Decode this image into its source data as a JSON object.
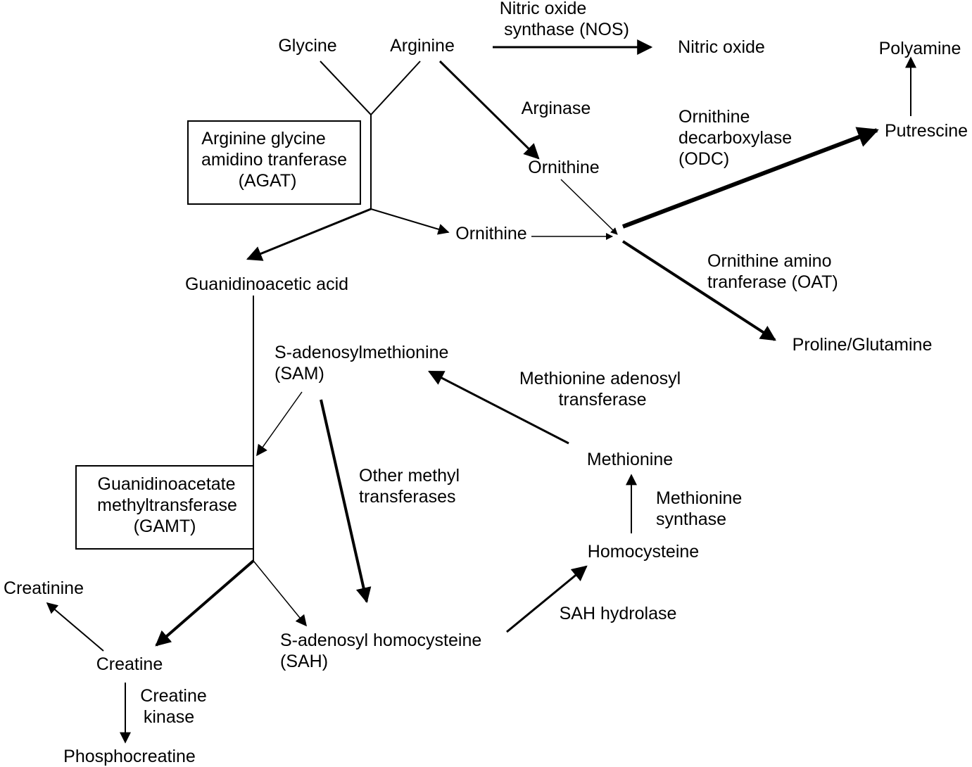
{
  "metabolites": {
    "glycine": "Glycine",
    "arginine": "Arginine",
    "nitric_oxide": "Nitric oxide",
    "polyamine": "Polyamine",
    "putrescine": "Putrescine",
    "ornithine_upper": "Ornithine",
    "ornithine_middle": "Ornithine",
    "guanidinoacetic_acid": "Guanidinoacetic acid",
    "proline_glutamine": "Proline/Glutamine",
    "sam": [
      "S-adenosylmethionine",
      "(SAM)"
    ],
    "methionine": "Methionine",
    "homocysteine": "Homocysteine",
    "sah": [
      "S-adenosyl homocysteine",
      "(SAH)"
    ],
    "creatinine": "Creatinine",
    "creatine": "Creatine",
    "phosphocreatine": "Phosphocreatine"
  },
  "enzymes": {
    "nos": [
      "Nitric oxide",
      "synthase (NOS)"
    ],
    "arginase": "Arginase",
    "odc": [
      "Ornithine",
      "decarboxylase",
      "(ODC)"
    ],
    "oat": [
      "Ornithine amino",
      "tranferase (OAT)"
    ],
    "agat": [
      "Arginine glycine",
      "amidino tranferase",
      "(AGAT)"
    ],
    "gamt": [
      "Guanidinoacetate",
      "methyltransferase",
      "(GAMT)"
    ],
    "mat": [
      "Methionine adenosyl",
      "transferase"
    ],
    "other_mt": [
      "Other methyl",
      "transferases"
    ],
    "methionine_synthase": [
      "Methionine",
      "synthase"
    ],
    "sah_hydrolase": "SAH hydrolase",
    "creatine_kinase": [
      "Creatine",
      "kinase"
    ]
  },
  "colors": {
    "ink": "#000000",
    "background": "#ffffff"
  }
}
